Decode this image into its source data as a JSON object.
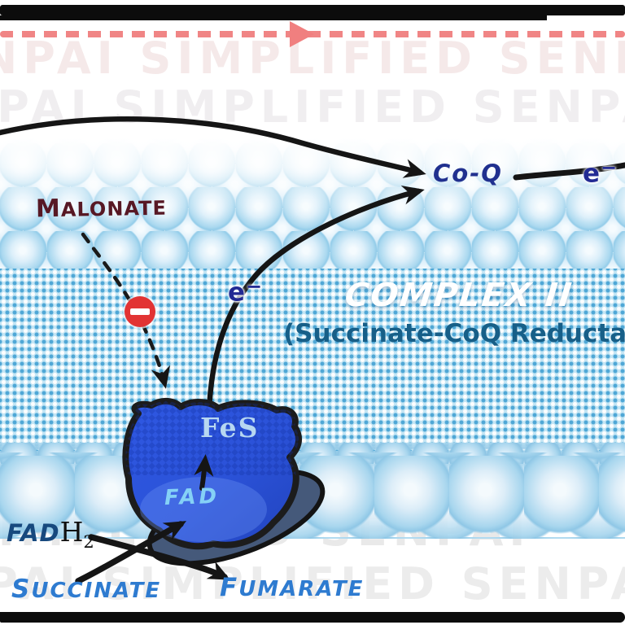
{
  "diagram": {
    "watermark": {
      "lines": [
        "NPAI SIMPLIFIED SENPA",
        "NPAI SIMPLIFIED SENPAI",
        "AI SIMPLIFIED SENPAI",
        "NPAI SIMPLIFIED SENPA"
      ]
    },
    "labels": {
      "malonate": "MALONATE",
      "coq": "Co-Q",
      "complex_title": "COMPLEX II",
      "complex_subtitle": "(Succinate-CoQ Reductase",
      "fes": "FeS",
      "fad": "FAD",
      "fadh2_prefix": "FAD",
      "fadh2_h": "H",
      "fadh2_subscript": "2",
      "succinate": "SUCCINATE",
      "fumarate": "FUMARATE"
    },
    "electron": {
      "symbol": "e",
      "superscript": "−"
    },
    "colors": {
      "membrane_sphere_blue": "#a9d7ee",
      "membrane_dot_blue": "#4fa7d6",
      "enzyme_blue": "#2b52d8",
      "enzyme_shadow_slate": "#45597a",
      "arrow_black": "#151515",
      "inhibitor_circle_red": "#e23333",
      "dashed_direction_red": "#f08585",
      "malonate_text_maroon": "#571824",
      "electron_navy": "#222a93",
      "subtitle_teal": "#175f88",
      "substrate_blue": "#2e7bd0",
      "fes_text_pale_blue": "#b7d7f1",
      "fad_text_sky_blue": "#85d1f6",
      "complex_title_white": "#ffffff",
      "watermark_gray": "#ededed"
    }
  }
}
